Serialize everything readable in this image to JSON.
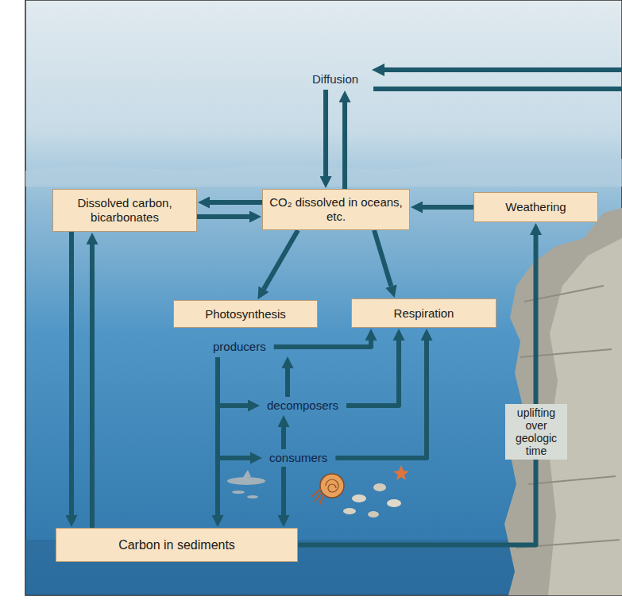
{
  "diagram": {
    "nodes": [
      {
        "text": [
          "Diffusion"
        ]
      },
      {
        "text": [
          "Dissolved carbon, bicarbonates"
        ]
      },
      {
        "text": [
          "CO₂ dissolved in oceans, etc."
        ]
      },
      {
        "text": [
          "Weathering"
        ]
      },
      {
        "text": [
          "Photosynthesis"
        ]
      },
      {
        "text": [
          "Respiration"
        ]
      },
      {
        "text": [
          "producers"
        ]
      },
      {
        "text": [
          "decomposers"
        ]
      },
      {
        "text": [
          "consumers"
        ]
      },
      {
        "text": [
          "Carbon in sediments"
        ]
      }
    ],
    "edges": [
      {
        "from": 0,
        "to": 2,
        "arrow": "to"
      },
      {
        "from": 2,
        "to": 0,
        "arrow": "to"
      },
      {
        "from": 2,
        "to": 1,
        "arrow": "to"
      },
      {
        "from": 1,
        "to": 2,
        "arrow": "to"
      },
      {
        "from": 3,
        "to": 2,
        "arrow": "to"
      },
      {
        "from": 2,
        "to": 4,
        "arrow": "to"
      },
      {
        "from": 2,
        "to": 5,
        "arrow": "to"
      },
      {
        "from": 6,
        "to": 5,
        "arrow": "to"
      },
      {
        "from": 7,
        "to": 5,
        "arrow": "to"
      },
      {
        "from": 8,
        "to": 5,
        "arrow": "to"
      },
      {
        "from": 6,
        "to": 7,
        "arrow": "to"
      },
      {
        "from": 6,
        "to": 8,
        "arrow": "to"
      },
      {
        "from": 6,
        "to": 9,
        "arrow": "to"
      },
      {
        "from": 8,
        "to": 7,
        "arrow": "to"
      },
      {
        "from": 7,
        "to": 6,
        "arrow": "to"
      },
      {
        "from": 8,
        "to": 9,
        "arrow": "to"
      },
      {
        "from": 1,
        "to": 9,
        "arrow": "to"
      },
      {
        "from": 9,
        "to": 1,
        "arrow": "to"
      },
      {
        "from": 9,
        "to": 3,
        "label": "uplifting over geologic time",
        "arrow": "to"
      }
    ]
  }
}
